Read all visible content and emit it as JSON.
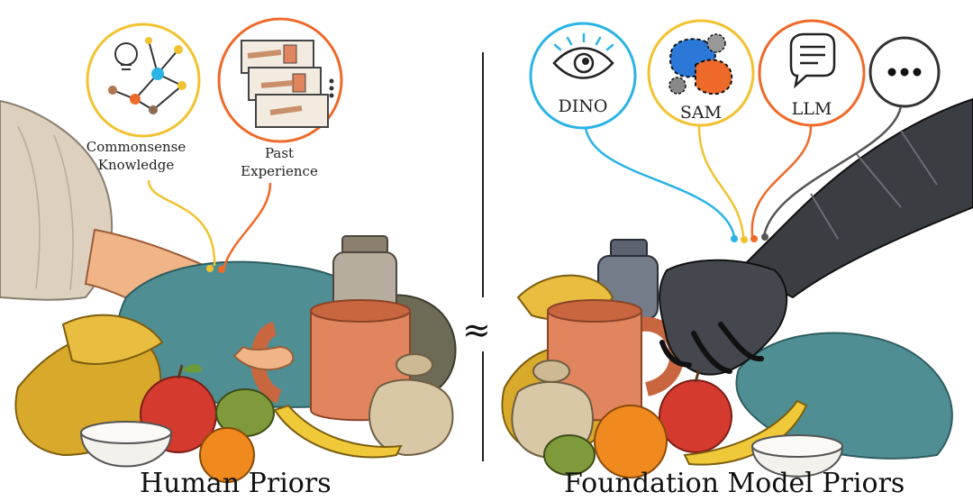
{
  "left": {
    "bubbles": [
      {
        "label_lines": [
          "Commonsense",
          "Knowledge"
        ],
        "color": "#f2c230",
        "icon": "lightbulb-graph-icon"
      },
      {
        "label_lines": [
          "Past",
          "Experience"
        ],
        "color": "#ee6a2a",
        "icon": "hand-mug-frames-icon"
      }
    ],
    "title": "Human Priors"
  },
  "right": {
    "bubbles": [
      {
        "label": "DINO",
        "color": "#2bb3e6",
        "icon": "eye-icon"
      },
      {
        "label": "SAM",
        "color": "#f2c230",
        "icon": "segmentation-blobs-icon"
      },
      {
        "label": "LLM",
        "color": "#ee6a2a",
        "icon": "chat-bubble-icon"
      },
      {
        "label": "",
        "color": "#333333",
        "icon": "more-dots-icon"
      }
    ],
    "title": "Foundation Model Priors"
  },
  "separator_symbol": "≈",
  "colors": {
    "mug": "#e0855e",
    "slipper": "#d8a92a",
    "cloth_teal": "#4f8f93",
    "apple": "#d43a2e",
    "banana": "#f0c93a",
    "orange": "#f08a1e",
    "sack": "#d9c8a6",
    "sleeve": "#ddd0be",
    "skin": "#f0b486",
    "robot": "#3a3d42"
  }
}
